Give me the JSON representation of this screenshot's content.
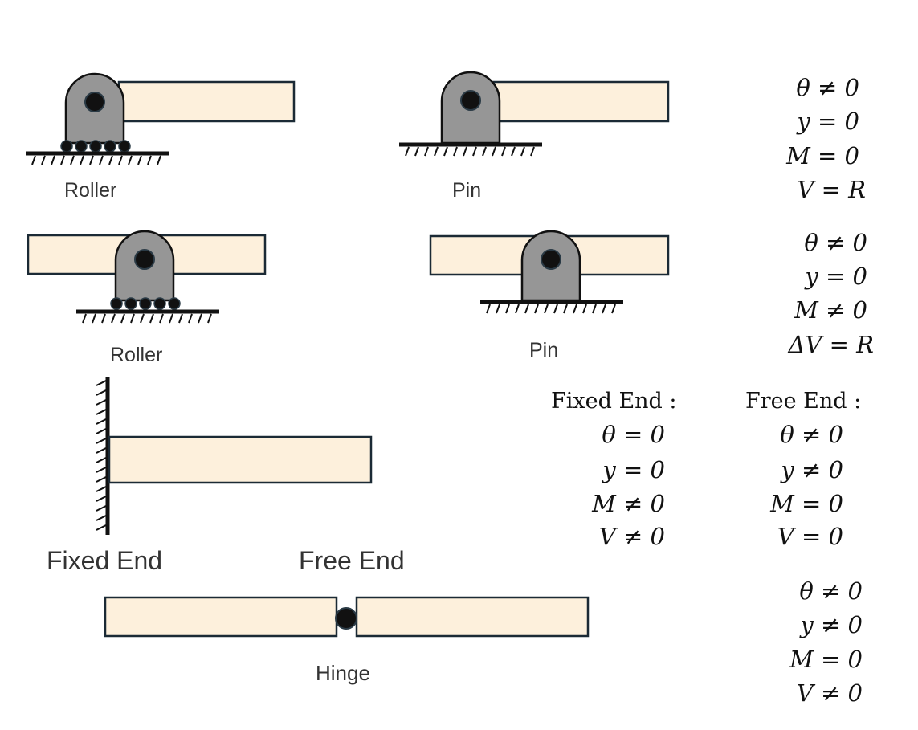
{
  "labels": {
    "roller_top": "Roller",
    "pin_top": "Pin",
    "roller_mid": "Roller",
    "pin_mid": "Pin",
    "fixed_end": "Fixed End",
    "free_end": "Free End",
    "hinge": "Hinge"
  },
  "conditions": {
    "end_support": [
      "θ ≠ 0",
      "y = 0",
      "M = 0",
      "V = R"
    ],
    "interior_support": [
      "θ ≠ 0",
      "y = 0",
      "M ≠ 0",
      "ΔV = R"
    ],
    "fixed_end": {
      "heading": "Fixed End :",
      "lines": [
        "θ = 0",
        "y = 0",
        "M ≠ 0",
        "V ≠ 0"
      ]
    },
    "free_end": {
      "heading": "Free End :",
      "lines": [
        "θ ≠ 0",
        "y ≠ 0",
        "M = 0",
        "V = 0"
      ]
    },
    "hinge": [
      "θ ≠ 0",
      "y ≠ 0",
      "M = 0",
      "V ≠ 0"
    ]
  },
  "colors": {
    "beam_fill": "#fdf0dc",
    "support_fill": "#969696",
    "outline": "#1b2a35"
  }
}
